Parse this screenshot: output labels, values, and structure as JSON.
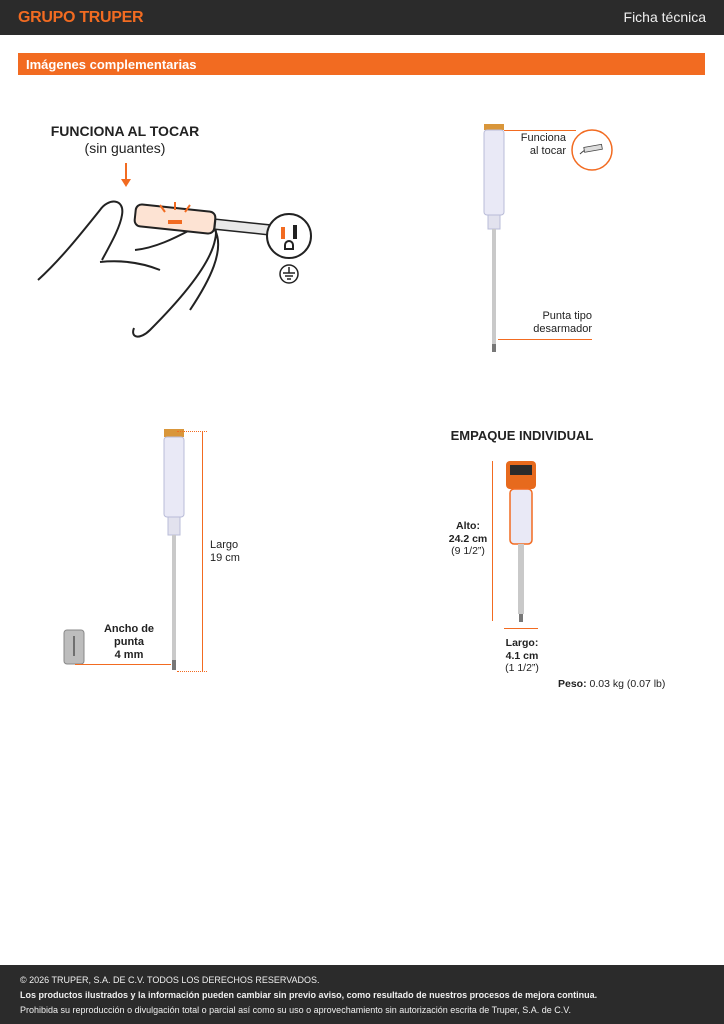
{
  "header": {
    "brand": "GRUPO TRUPER",
    "doc_type": "Ficha técnica"
  },
  "section": {
    "title": "Imágenes complementarias"
  },
  "panel1": {
    "title_line1": "FUNCIONA AL TOCAR",
    "title_line2": "(sin guantes)"
  },
  "panel2": {
    "label_touch_1": "Funciona",
    "label_touch_2": "al tocar",
    "label_tip_1": "Punta tipo",
    "label_tip_2": "desarmador"
  },
  "panel3": {
    "length_1": "Largo",
    "length_2": "19 cm",
    "width_1": "Ancho de",
    "width_2": "punta",
    "width_3": "4 mm"
  },
  "panel4": {
    "title": "EMPAQUE INDIVIDUAL",
    "height_1": "Alto:",
    "height_2": "24.2 cm",
    "height_3": "(9 1/2”)",
    "length_1": "Largo:",
    "length_2": "4.1 cm",
    "length_3": "(1 1/2”)",
    "weight_label": "Peso:",
    "weight_value": "0.03 kg (0.07 lb)"
  },
  "footer": {
    "copyright": "© 2026 TRUPER, S.A. DE C.V. TODOS LOS DERECHOS RESERVADOS.",
    "notice": "Los productos ilustrados y la información pueden cambiar sin previo aviso, como resultado de nuestros procesos de mejora continua.",
    "prohibition": "Prohibida su reproducción o divulgación total o parcial así como su uso o aprovechamiento sin autorización escrita de Truper, S.A. de C.V."
  },
  "colors": {
    "accent": "#f26b21",
    "dark": "#2b2b2b"
  },
  "icons": [
    "hand-icon",
    "outlet-icon",
    "ground-icon",
    "arrow-down-icon"
  ]
}
